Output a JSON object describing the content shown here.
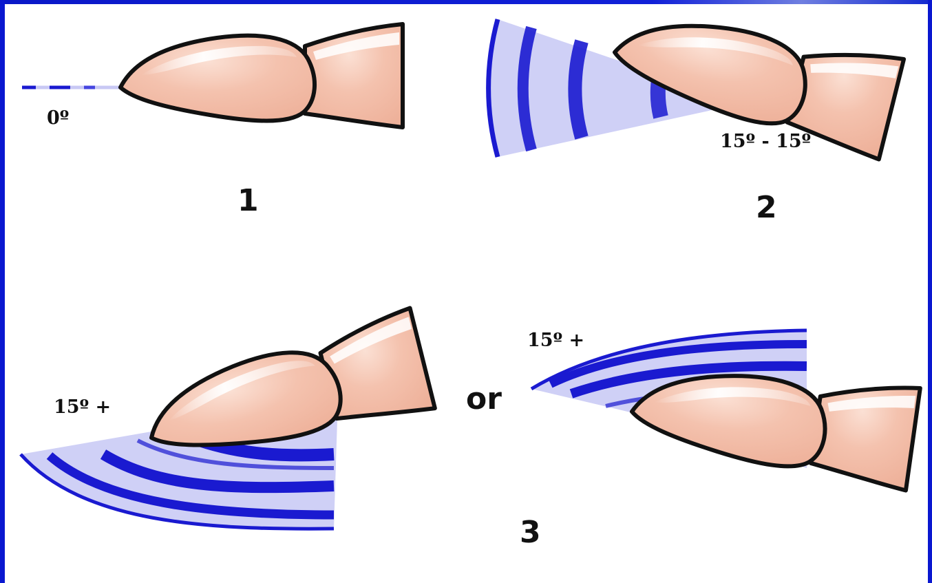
{
  "labels": {
    "panel1_angle": "0º",
    "panel1_number": "1",
    "panel2_angle": "15º - 15º",
    "panel2_number": "2",
    "panel3a_angle": "15º +",
    "panel3b_angle": "15º +",
    "panel3_or": "or",
    "panel3_number": "3"
  },
  "colors": {
    "frame_blue": "#0a18d0",
    "beam_light": "#c8c8f4",
    "beam_band": "#1a1ad0",
    "skin": "#f2bca8",
    "outline": "#111111"
  }
}
